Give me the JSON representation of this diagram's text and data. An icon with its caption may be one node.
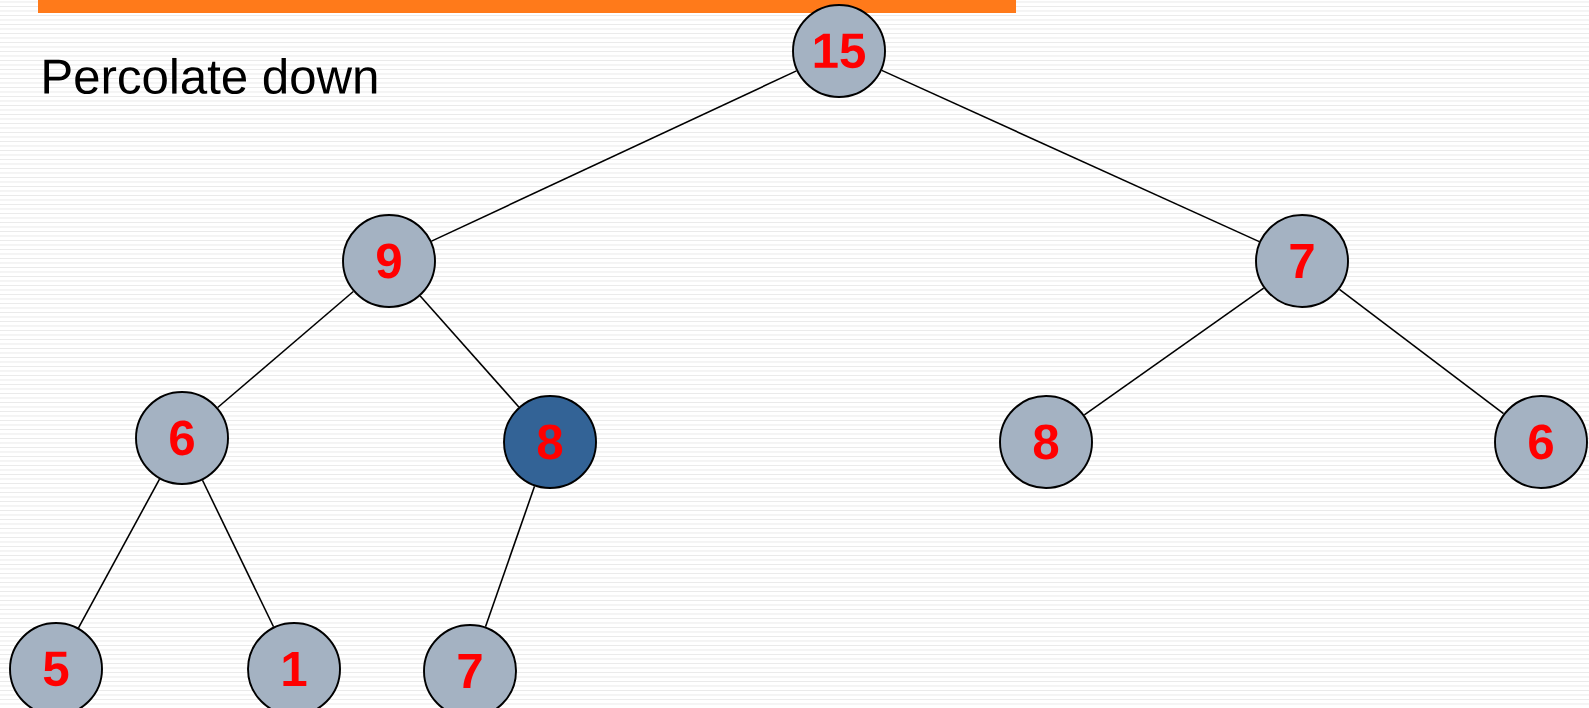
{
  "diagram": {
    "title": "Percolate down",
    "nodes": [
      {
        "text": [
          "15"
        ]
      },
      {
        "text": [
          "9"
        ]
      },
      {
        "text": [
          "7"
        ]
      },
      {
        "text": [
          "6"
        ]
      },
      {
        "text": [
          "8"
        ]
      },
      {
        "text": [
          "8"
        ]
      },
      {
        "text": [
          "6"
        ]
      },
      {
        "text": [
          "5"
        ]
      },
      {
        "text": [
          "1"
        ]
      },
      {
        "text": [
          "7"
        ]
      }
    ],
    "edges": [
      {
        "from": 0,
        "to": 1,
        "arrow": "none"
      },
      {
        "from": 0,
        "to": 2,
        "arrow": "none"
      },
      {
        "from": 1,
        "to": 3,
        "arrow": "none"
      },
      {
        "from": 1,
        "to": 4,
        "arrow": "none"
      },
      {
        "from": 2,
        "to": 5,
        "arrow": "none"
      },
      {
        "from": 2,
        "to": 6,
        "arrow": "none"
      },
      {
        "from": 3,
        "to": 7,
        "arrow": "none"
      },
      {
        "from": 3,
        "to": 8,
        "arrow": "none"
      },
      {
        "from": 4,
        "to": 9,
        "arrow": "none"
      }
    ]
  }
}
